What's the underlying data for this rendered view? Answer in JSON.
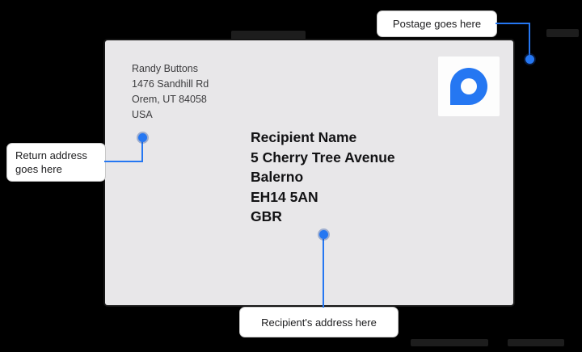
{
  "colors": {
    "accent": "#2577f2",
    "envelope": "#e8e7e9",
    "background": "#000000"
  },
  "envelope": {
    "return_address": {
      "lines": [
        "Randy Buttons",
        "1476 Sandhill Rd",
        "Orem, UT 84058",
        "USA"
      ]
    },
    "recipient_address": {
      "lines": [
        "Recipient Name",
        "5 Cherry Tree Avenue",
        "Balerno",
        "EH14 5AN",
        "GBR"
      ]
    },
    "stamp": {
      "logo": "location-pin-logo"
    }
  },
  "callouts": {
    "postage": {
      "label": "Postage goes here"
    },
    "return_address": {
      "label": "Return address goes here"
    },
    "recipient": {
      "label": "Recipient's address here"
    }
  }
}
